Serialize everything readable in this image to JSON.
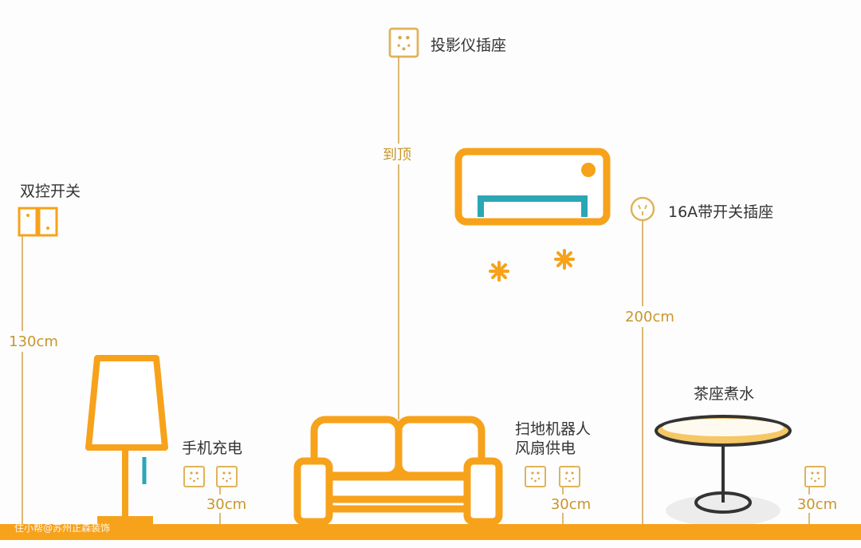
{
  "labels": {
    "double_switch": "双控开关",
    "projector_socket": "投影仪插座",
    "to_ceiling": "到顶",
    "ac_socket": "16A带开关插座",
    "phone_charging": "手机充电",
    "robot_vacuum_line1": "扫地机器人",
    "robot_vacuum_line2": "风扇供电",
    "tea_table": "茶座煮水"
  },
  "measurements": {
    "switch_height": "130cm",
    "ac_socket_height": "200cm",
    "phone_socket_height": "30cm",
    "robot_socket_height": "30cm",
    "tea_socket_height": "30cm"
  },
  "watermark": "住小帮@苏州正森装饰",
  "colors": {
    "orange": "#f7a21b",
    "teal": "#2aa6b5",
    "gold": "#d4a24a",
    "text": "#333333"
  }
}
